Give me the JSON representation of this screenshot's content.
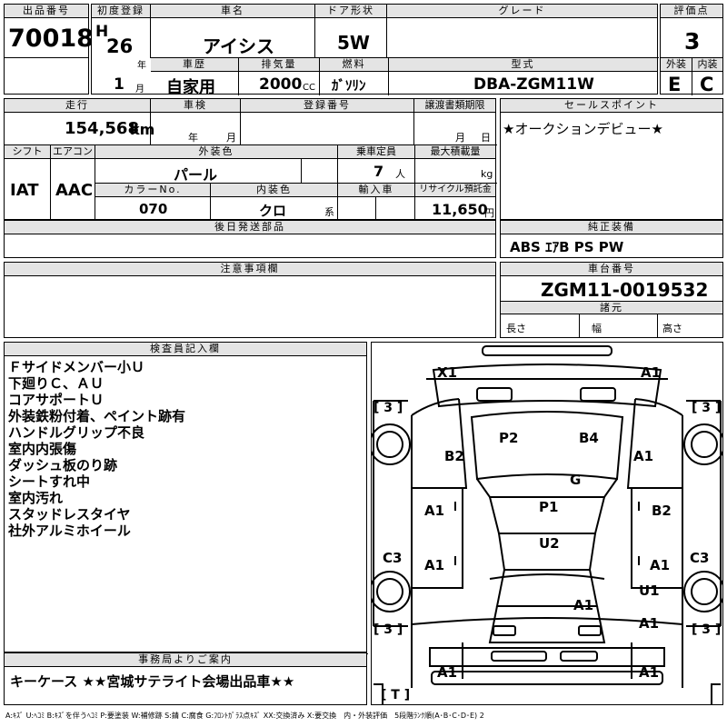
{
  "labels": {
    "lot_no": "出品番号",
    "first_reg": "初度登録",
    "car_name": "車名",
    "door_type": "ドア形状",
    "grade": "グレード",
    "score": "評価点",
    "history": "車歴",
    "displacement": "排気量",
    "fuel": "燃料",
    "model_code": "型式",
    "exterior": "外装",
    "interior": "内装",
    "year_suffix": "年",
    "month_suffix": "月",
    "cc": "CC",
    "mileage": "走行",
    "inspection": "車検",
    "plate_no": "登録番号",
    "transfer_deadline": "譲渡書類期限",
    "shift": "シフト",
    "aircon": "エアコン",
    "ext_color": "外装色",
    "capacity": "乗車定員",
    "max_load": "最大積載量",
    "color_no": "カラーNo.",
    "int_color": "内装色",
    "import": "輸入車",
    "recycle": "リサイクル預託金",
    "later_parts": "後日発送部品",
    "sales_point": "セールスポイント",
    "genuine_equip": "純正装備",
    "notes": "注意事項欄",
    "chassis_no": "車台番号",
    "specs": "諸元",
    "length": "長さ",
    "width": "幅",
    "height": "高さ",
    "inspector": "検査員記入欄",
    "office_info": "事務局よりご案内",
    "km": "km",
    "yr": "年",
    "mo": "月",
    "day": "日",
    "persons": "人",
    "kg": "kg",
    "kei": "系",
    "yen": "円"
  },
  "car": {
    "lot_no": "70018",
    "era": "H",
    "year": "26",
    "month": "1",
    "name": "アイシス",
    "doors": "5W",
    "grade": "",
    "score": "3",
    "history": "自家用",
    "displacement": "2000",
    "fuel": "ｶﾞｿﾘﾝ",
    "model": "DBA-ZGM11W",
    "ext_score": "E",
    "int_score": "C",
    "mileage": "154,568",
    "shift": "IAT",
    "aircon": "AAC",
    "color": "パール",
    "capacity": "7",
    "color_no": "070",
    "int_color": "クロ",
    "recycle": "11,650",
    "chassis": "ZGM11-0019532"
  },
  "sales_point": "★オークションデビュー★",
  "equipment": "ABS ｴｱB PS PW",
  "inspector_notes": [
    "Ｆサイドメンバー小Ｕ",
    "下廻りＣ、ＡＵ",
    "コアサポートＵ",
    "外装鉄粉付着、ペイント跡有",
    "ハンドルグリップ不良",
    "室内内張傷",
    "ダッシュ板のり跡",
    "シートすれ中",
    "室内汚れ",
    "スタッドレスタイヤ",
    "社外アルミホイール"
  ],
  "office_note": "キーケース ★★宮城サテライト会場出品車★★",
  "diagram": {
    "X1": "X1",
    "A1_front_right": "A1",
    "tire_fl": "[ 3 ]",
    "tire_fr": "[ 3 ]",
    "tire_rl": "[ 3 ]",
    "tire_rr": "[ 3 ]",
    "spare": "[ T ]",
    "P2": "P2",
    "B4": "B4",
    "B2_left": "B2",
    "A1_right_front": "A1",
    "G": "G",
    "A1_left_door": "A1",
    "P1": "P1",
    "B2_right": "B2",
    "C3_left": "C3",
    "C3_right": "C3",
    "A1_left_rear": "A1",
    "U2": "U2",
    "A1_right_rear": "A1",
    "U1": "U1",
    "A1_roof": "A1",
    "A1_rear_right": "A1",
    "A1_bumper_left": "A1",
    "A1_bumper_right": "A1"
  },
  "legend": "A:ｷｽﾞ U:ﾍｺﾐ B:ｷｽﾞを伴うﾍｺﾐ P:要塗装 W:補修跡 S:錆 C:腐食 G:ﾌﾛﾝﾄｶﾞﾗｽ点ｷｽﾞ XX:交換済み X:要交換　内・外装評価　5段階ﾗﾝｸ順(A･B･C･D･E) 2"
}
